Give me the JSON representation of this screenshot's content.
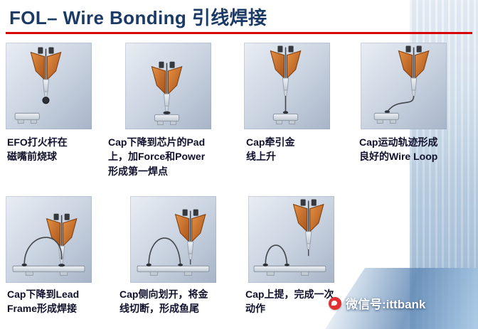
{
  "slide": {
    "title": "FOL– Wire Bonding 引线焊接"
  },
  "steps": [
    {
      "id": 1,
      "icon": "efo-ball-icon",
      "caption": "EFO打火杆在\n磁嘴前烧球"
    },
    {
      "id": 2,
      "icon": "first-bond-icon",
      "caption": "Cap下降到芯片的Pad\n上，加Force和Power\n形成第一焊点"
    },
    {
      "id": 3,
      "icon": "wire-rise-icon",
      "caption": "Cap牵引金\n线上升"
    },
    {
      "id": 4,
      "icon": "wire-loop-icon",
      "caption": "Cap运动轨迹形成\n良好的Wire Loop"
    },
    {
      "id": 5,
      "icon": "lead-frame-bond-icon",
      "caption": "Cap下降到Lead\nFrame形成焊接"
    },
    {
      "id": 6,
      "icon": "wire-cut-fishtail-icon",
      "caption": "Cap侧向划开，将金\n线切断，形成鱼尾"
    },
    {
      "id": 7,
      "icon": "bond-complete-icon",
      "caption": "Cap上提，完成一次\n动作"
    }
  ],
  "watermark": {
    "icon": "wechat-icon",
    "label": "微信号:ittbank"
  },
  "colors": {
    "title": "#1b3a66",
    "underline": "#d80000",
    "caption": "#10102c",
    "clamp_orange": "#c96a22",
    "watermark_red": "#e03030",
    "photo_blue": "#9bb9d4"
  }
}
